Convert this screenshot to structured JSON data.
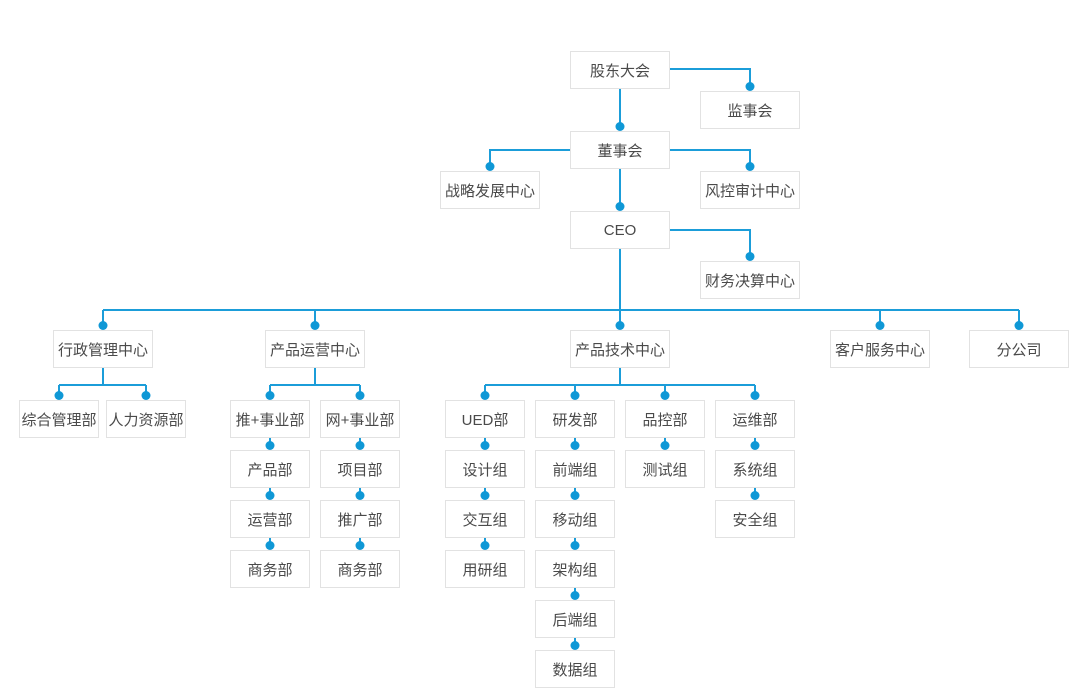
{
  "palette": {
    "line": "#1b9dd9",
    "dot": "#0f98d6",
    "node_border": "#e2e2e2",
    "node_background": "#ffffff",
    "node_text": "#4a4a4a",
    "page_background": "#ffffff"
  },
  "org_chart": {
    "type": "org-chart",
    "nodes": {
      "shareholders": {
        "label": "股东大会"
      },
      "supervisory": {
        "label": "监事会"
      },
      "board": {
        "label": "董事会"
      },
      "strategy_center": {
        "label": "战略发展中心"
      },
      "risk_audit_center": {
        "label": "风控审计中心"
      },
      "ceo": {
        "label": "CEO"
      },
      "finance_center": {
        "label": "财务决算中心"
      },
      "admin_center": {
        "label": "行政管理中心"
      },
      "product_ops_center": {
        "label": "产品运营中心"
      },
      "product_tech_center": {
        "label": "产品技术中心"
      },
      "customer_service_center": {
        "label": "客户服务中心"
      },
      "branch_company": {
        "label": "分公司"
      },
      "general_admin_dept": {
        "label": "综合管理部"
      },
      "hr_dept": {
        "label": "人力资源部"
      },
      "tui_business_dept": {
        "label": "推+事业部"
      },
      "product_dept": {
        "label": "产品部"
      },
      "operations_dept": {
        "label": "运营部"
      },
      "business_dept_tui": {
        "label": "商务部"
      },
      "wang_business_dept": {
        "label": "网+事业部"
      },
      "project_dept": {
        "label": "项目部"
      },
      "promotion_dept": {
        "label": "推广部"
      },
      "business_dept_wang": {
        "label": "商务部"
      },
      "ued_dept": {
        "label": "UED部"
      },
      "design_group": {
        "label": "设计组"
      },
      "interaction_group": {
        "label": "交互组"
      },
      "user_research_group": {
        "label": "用研组"
      },
      "rnd_dept": {
        "label": "研发部"
      },
      "frontend_group": {
        "label": "前端组"
      },
      "mobile_group": {
        "label": "移动组"
      },
      "architecture_group": {
        "label": "架构组"
      },
      "backend_group": {
        "label": "后端组"
      },
      "data_group": {
        "label": "数据组"
      },
      "qc_dept": {
        "label": "品控部"
      },
      "testing_group": {
        "label": "测试组"
      },
      "ops_dept": {
        "label": "运维部"
      },
      "system_group": {
        "label": "系统组"
      },
      "security_group": {
        "label": "安全组"
      }
    },
    "edges": [
      [
        "shareholders",
        "supervisory"
      ],
      [
        "shareholders",
        "board"
      ],
      [
        "board",
        "strategy_center"
      ],
      [
        "board",
        "risk_audit_center"
      ],
      [
        "board",
        "ceo"
      ],
      [
        "ceo",
        "finance_center"
      ],
      [
        "ceo",
        "admin_center"
      ],
      [
        "ceo",
        "product_ops_center"
      ],
      [
        "ceo",
        "product_tech_center"
      ],
      [
        "ceo",
        "customer_service_center"
      ],
      [
        "ceo",
        "branch_company"
      ],
      [
        "admin_center",
        "general_admin_dept"
      ],
      [
        "admin_center",
        "hr_dept"
      ],
      [
        "product_ops_center",
        "tui_business_dept"
      ],
      [
        "product_ops_center",
        "wang_business_dept"
      ],
      [
        "tui_business_dept",
        "product_dept"
      ],
      [
        "product_dept",
        "operations_dept"
      ],
      [
        "operations_dept",
        "business_dept_tui"
      ],
      [
        "wang_business_dept",
        "project_dept"
      ],
      [
        "project_dept",
        "promotion_dept"
      ],
      [
        "promotion_dept",
        "business_dept_wang"
      ],
      [
        "product_tech_center",
        "ued_dept"
      ],
      [
        "product_tech_center",
        "rnd_dept"
      ],
      [
        "product_tech_center",
        "qc_dept"
      ],
      [
        "product_tech_center",
        "ops_dept"
      ],
      [
        "ued_dept",
        "design_group"
      ],
      [
        "design_group",
        "interaction_group"
      ],
      [
        "interaction_group",
        "user_research_group"
      ],
      [
        "rnd_dept",
        "frontend_group"
      ],
      [
        "frontend_group",
        "mobile_group"
      ],
      [
        "mobile_group",
        "architecture_group"
      ],
      [
        "architecture_group",
        "backend_group"
      ],
      [
        "backend_group",
        "data_group"
      ],
      [
        "qc_dept",
        "testing_group"
      ],
      [
        "ops_dept",
        "system_group"
      ],
      [
        "system_group",
        "security_group"
      ]
    ]
  }
}
